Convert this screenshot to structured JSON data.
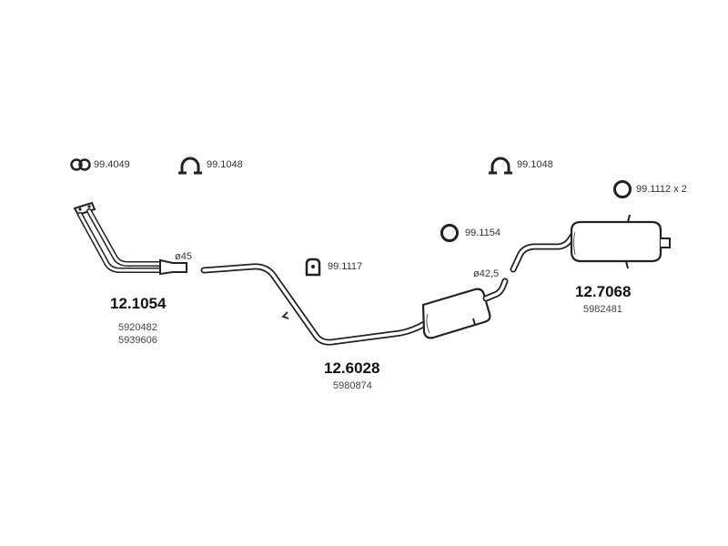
{
  "hardware": {
    "clamp_double": "99.4049",
    "clamp_top_left": "99.1048",
    "clamp_top_right": "99.1048",
    "ring_1112": "99.1112 x 2",
    "ring_1154": "99.1154",
    "hanger_1117": "99.1117"
  },
  "diameters": {
    "front_outlet": "ø45",
    "middle_outlet": "ø42,5"
  },
  "parts": [
    {
      "part_no": "12.1054",
      "refs": [
        "5920482",
        "5939606"
      ]
    },
    {
      "part_no": "12.6028",
      "refs": [
        "5980874"
      ]
    },
    {
      "part_no": "12.7068",
      "refs": [
        "5982481"
      ]
    }
  ]
}
